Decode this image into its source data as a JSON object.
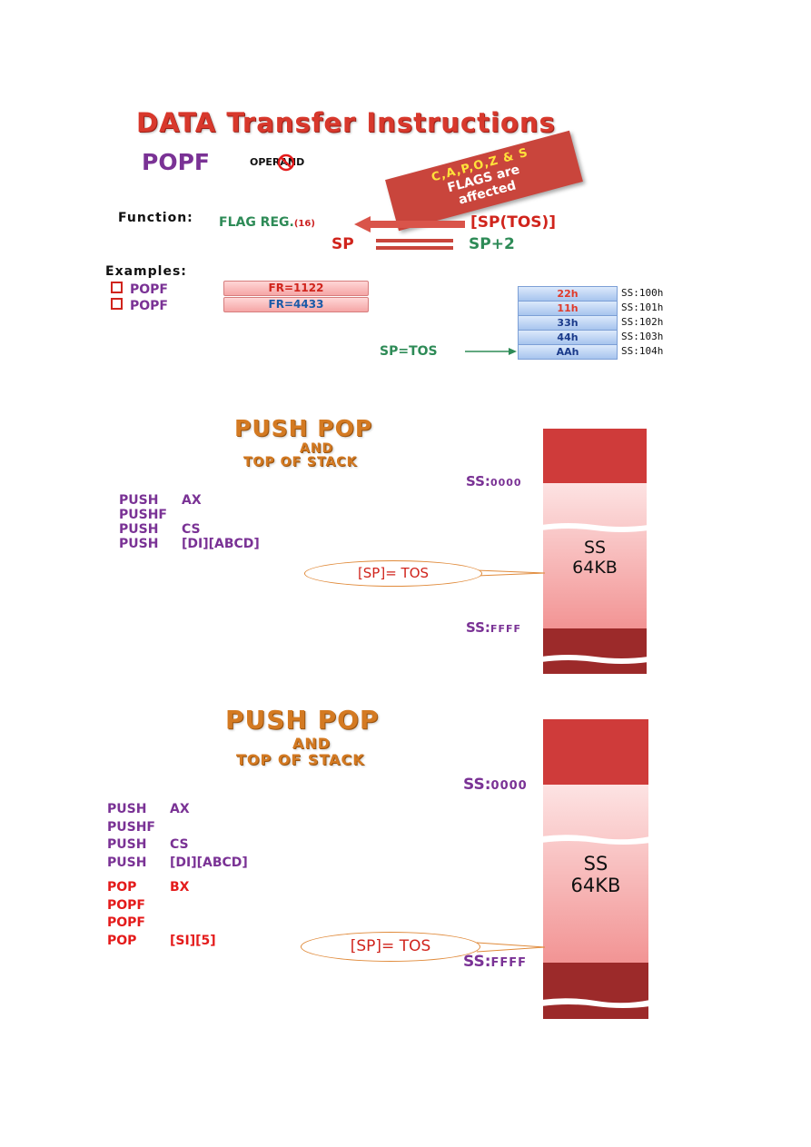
{
  "slide1": {
    "title": "DATA Transfer Instructions",
    "mnemonic": "POPF",
    "operand_text": "OPERAND",
    "flags_banner": {
      "line1": "C,A,P,O,Z & S",
      "line2": "FLAGS are",
      "line3": "affected"
    },
    "function_label": "Function:",
    "dest": "FLAG REG.",
    "dest_size": "(16)",
    "source": "[SP(TOS)]",
    "sp_left": "SP",
    "sp_right": "SP+2",
    "examples_label": "Examples:",
    "examples": [
      {
        "instr": "POPF",
        "result": "FR=1122"
      },
      {
        "instr": "POPF",
        "result": "FR=4433"
      }
    ],
    "stack_cells": [
      {
        "value": "22h",
        "addr": "SS:100h",
        "color": "#e03a2a"
      },
      {
        "value": "11h",
        "addr": "SS:101h",
        "color": "#e03a2a"
      },
      {
        "value": "33h",
        "addr": "SS:102h",
        "color": "#1a3a8a"
      },
      {
        "value": "44h",
        "addr": "SS:103h",
        "color": "#1a3a8a"
      },
      {
        "value": "AAh",
        "addr": "SS:104h",
        "color": "#1a3a8a"
      }
    ],
    "sp_tos_label": "SP=TOS"
  },
  "slide2": {
    "title": "PUSH   POP",
    "subtitle1": "AND",
    "subtitle2": "TOP OF STACK",
    "code": [
      {
        "op": "PUSH",
        "arg": "AX"
      },
      {
        "op": "PUSHF",
        "arg": ""
      },
      {
        "op": "PUSH",
        "arg": "CS"
      },
      {
        "op": "PUSH",
        "arg": "[DI][ABCD]"
      }
    ],
    "ss_top": {
      "prefix": "SS:",
      "num": "0000"
    },
    "ss_bottom": {
      "prefix": "SS:",
      "num": "FFFF"
    },
    "segment_line1": "SS",
    "segment_line2": "64KB",
    "tos_label": "[SP]= TOS"
  },
  "slide3": {
    "title": "PUSH   POP",
    "subtitle1": "AND",
    "subtitle2": "TOP OF STACK",
    "push_code": [
      {
        "op": "PUSH",
        "arg": "AX"
      },
      {
        "op": "PUSHF",
        "arg": ""
      },
      {
        "op": "PUSH",
        "arg": "CS"
      },
      {
        "op": "PUSH",
        "arg": "[DI][ABCD]"
      }
    ],
    "pop_code": [
      {
        "op": "POP",
        "arg": "BX"
      },
      {
        "op": "POPF",
        "arg": ""
      },
      {
        "op": "POPF",
        "arg": ""
      },
      {
        "op": "POP",
        "arg": "[SI][5]"
      }
    ],
    "ss_top": {
      "prefix": "SS:",
      "num": "0000"
    },
    "ss_bottom": {
      "prefix": "SS:",
      "num": "FFFF"
    },
    "segment_line1": "SS",
    "segment_line2": "64KB",
    "tos_label": "[SP]= TOS"
  }
}
